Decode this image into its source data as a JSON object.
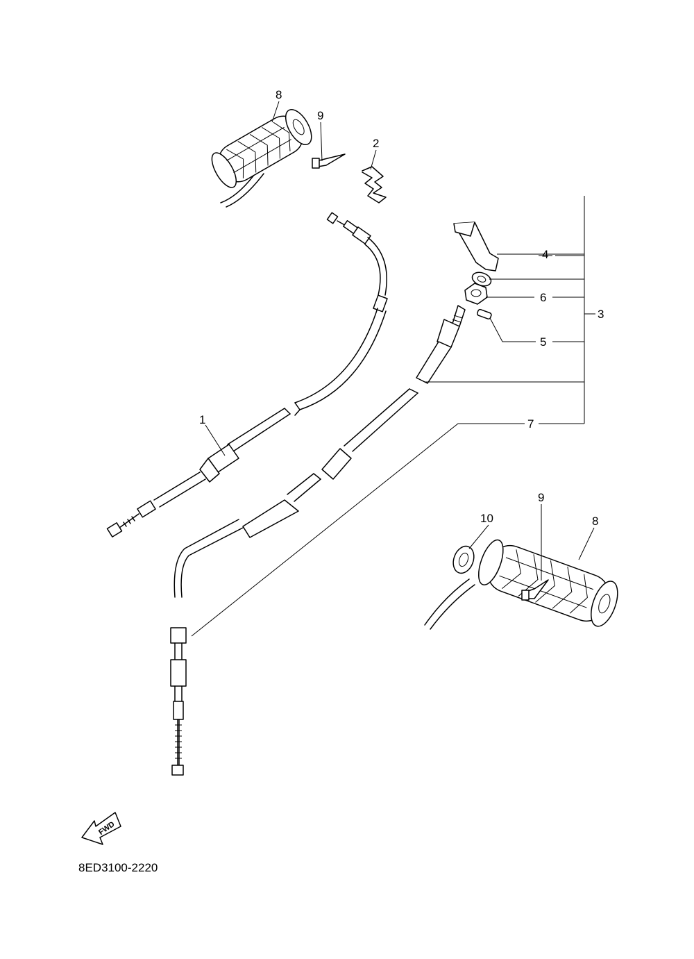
{
  "callouts": {
    "c1": "1",
    "c2": "2",
    "c3": "3",
    "c4": "4",
    "c5": "5",
    "c6": "6",
    "c7": "7",
    "c8_top": "8",
    "c8_bottom": "8",
    "c9_top": "9",
    "c9_bottom": "9",
    "c10": "10"
  },
  "fwd_label": "FWD",
  "diagram_code": "8ED3100-2220"
}
